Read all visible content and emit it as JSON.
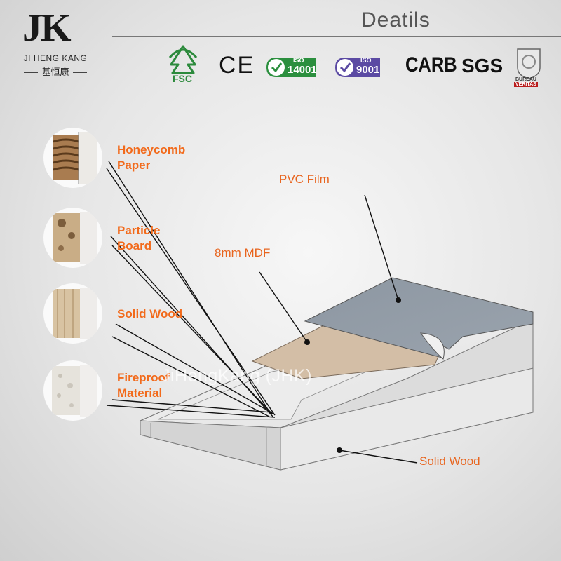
{
  "header": {
    "brand_mark": "JK",
    "brand_name": "JI HENG KANG",
    "brand_cn": "基恒康",
    "title": "Deatils"
  },
  "certifications": {
    "fsc": "FSC",
    "ce": "CE",
    "iso14001_top": "ISO",
    "iso14001_num": "14001",
    "iso9001_top": "ISO",
    "iso9001_num": "9001",
    "carb": "CARB",
    "sgs": "SGS",
    "bureau": "BUREAU",
    "veritas": "VERITAS"
  },
  "layers": [
    {
      "label_line1": "Honeycomb",
      "label_line2": "Paper",
      "icon": "honeycomb-core-icon"
    },
    {
      "label_line1": "Particle",
      "label_line2": "Board",
      "icon": "particle-board-core-icon"
    },
    {
      "label_line1": "Solid Wood",
      "label_line2": "",
      "icon": "solid-wood-core-icon"
    },
    {
      "label_line1": "Fireproof",
      "label_line2": "Material",
      "icon": "fireproof-core-icon"
    }
  ],
  "callouts": {
    "pvc_film": "PVC Film",
    "mdf": "8mm MDF",
    "solid_wood_frame": "Solid Wood"
  },
  "watermark": "JiHengKang (JHK)",
  "colors": {
    "accent": "#f26a1b",
    "pvc": "#8c95a0",
    "mdf": "#d3bea6"
  }
}
